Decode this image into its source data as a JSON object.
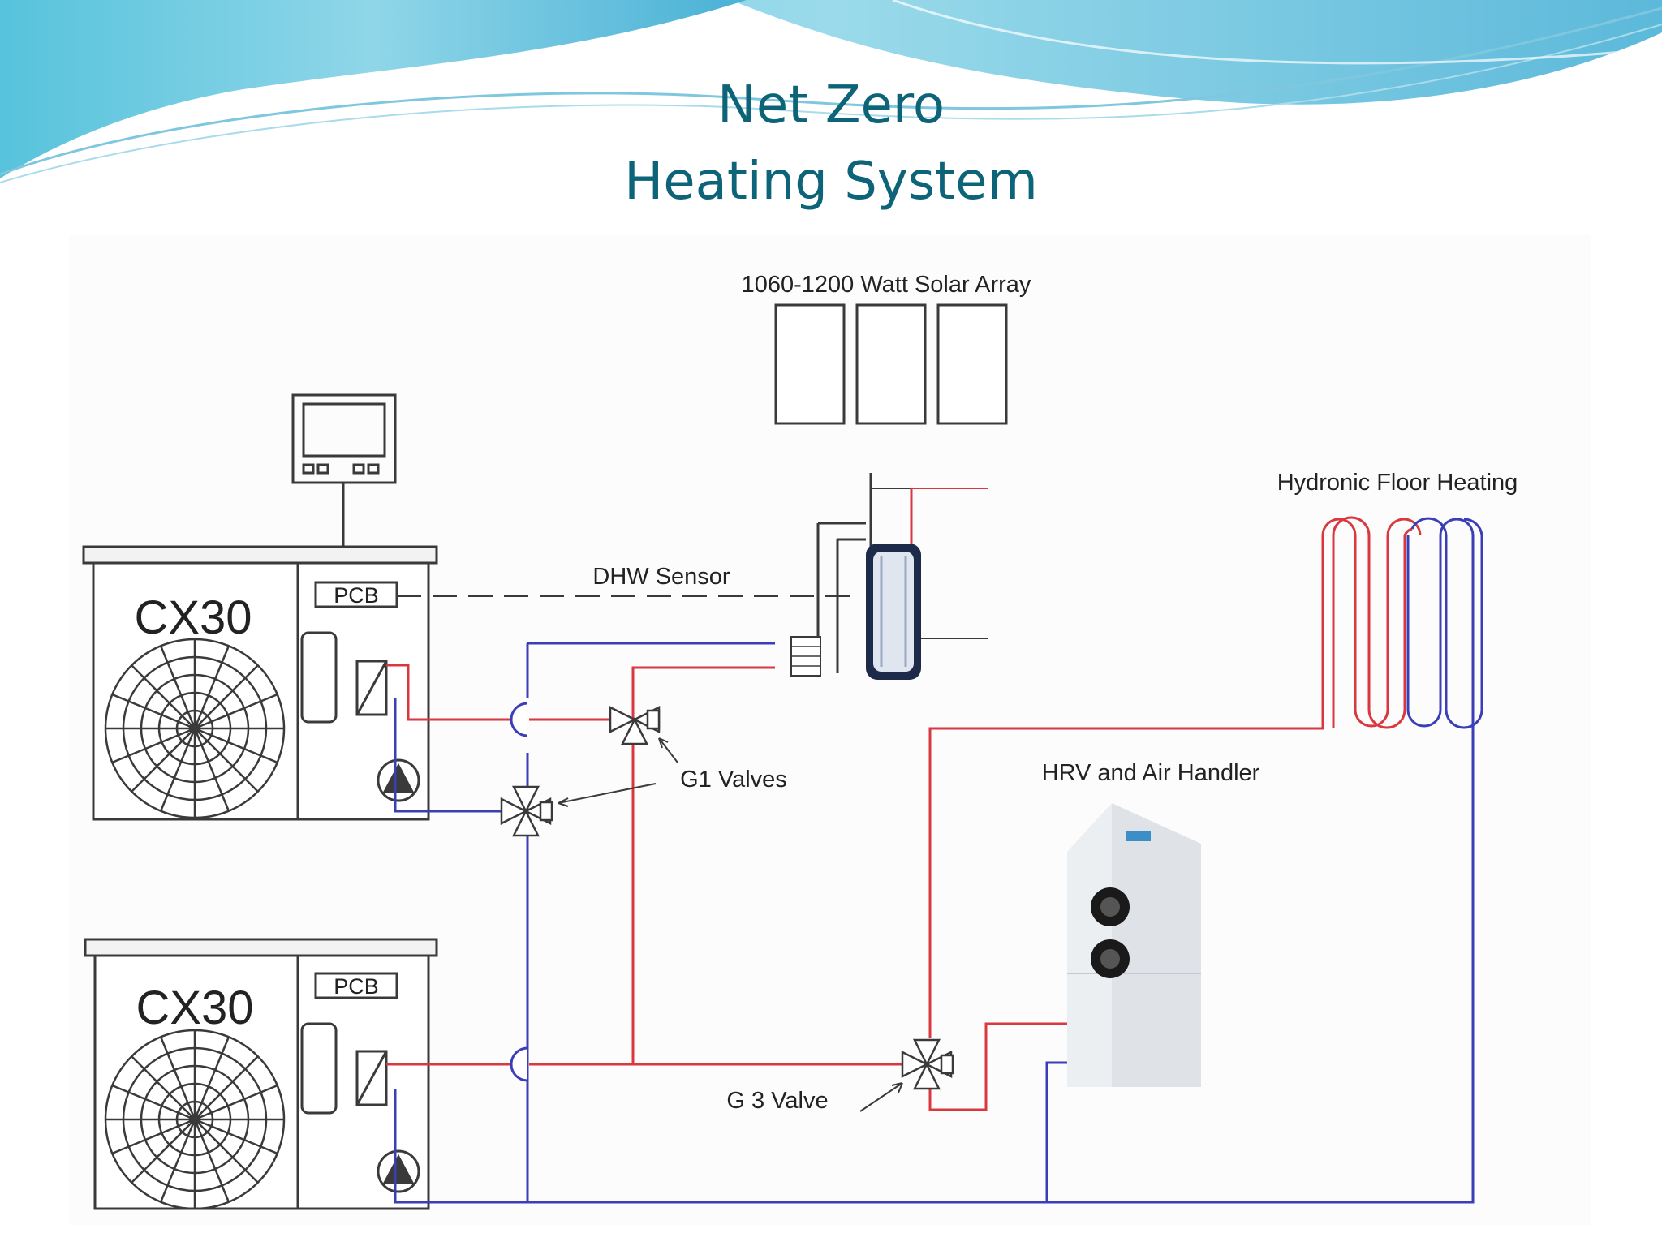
{
  "title": {
    "line1": "Net Zero",
    "line2": "Heating System"
  },
  "diagram": {
    "solar_array_label": "1060-1200 Watt Solar Array",
    "hydronic_label": "Hydronic Floor Heating",
    "dhw_sensor_label": "DHW Sensor",
    "g1_valves_label": "G1 Valves",
    "hrv_label": "HRV and Air Handler",
    "g3_valve_label": "G 3 Valve",
    "unit1_model": "CX30",
    "unit2_model": "CX30",
    "pcb1_label": "PCB",
    "pcb2_label": "PCB"
  },
  "colors": {
    "title": "#0d6478",
    "hot_line": "#d9383e",
    "cold_line": "#3a3fb8",
    "outline": "#3a3a3a",
    "wave": "#5ab8d8"
  }
}
